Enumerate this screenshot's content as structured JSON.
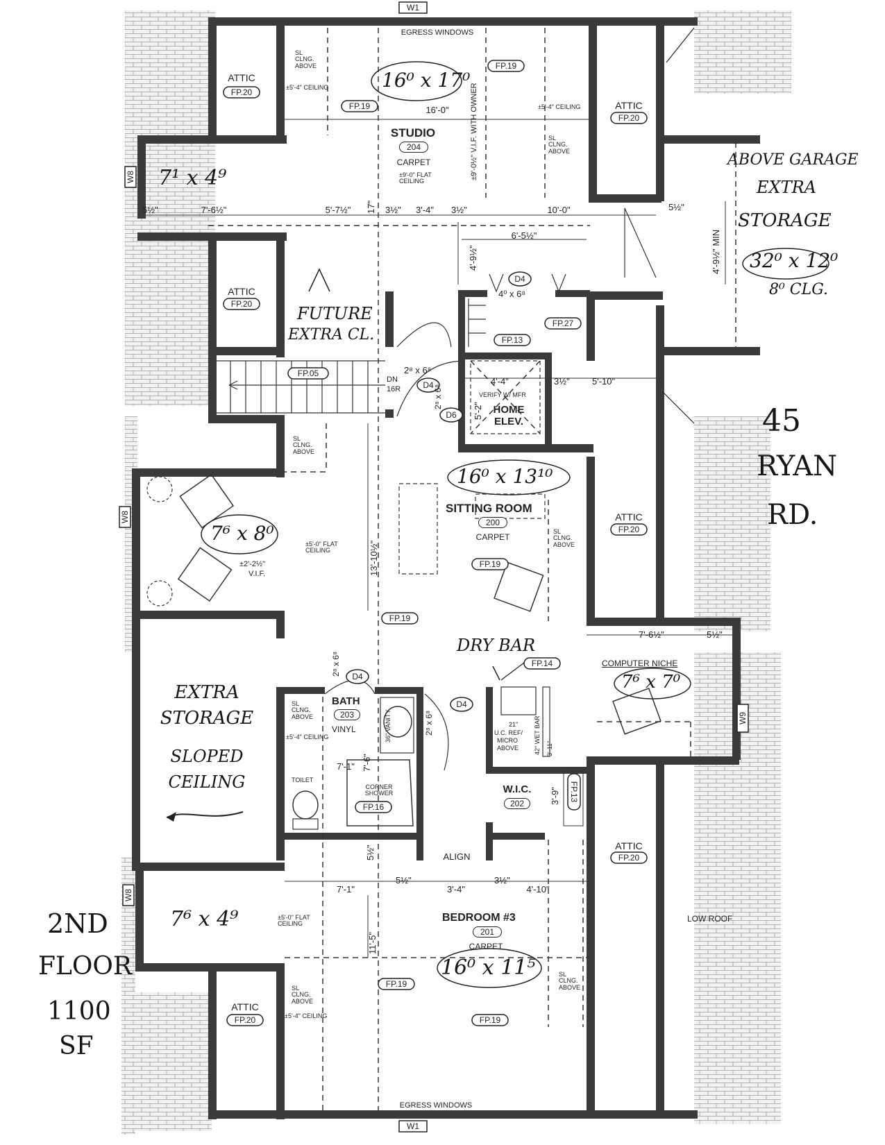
{
  "title": {
    "line1": "2ND",
    "line2": "FLOOR",
    "line3": "1100",
    "line4": "SF"
  },
  "address": {
    "line1": "45",
    "line2": "RYAN",
    "line3": "RD."
  },
  "above_garage": {
    "line1": "ABOVE GARAGE",
    "line2": "EXTRA",
    "line3": "STORAGE",
    "size": "32⁰ x 12⁰",
    "clg": "8⁰ CLG."
  },
  "rooms": {
    "studio": {
      "name": "STUDIO",
      "num": "204",
      "finish": "CARPET",
      "ceiling": "±9'-0\" FLAT CEILING"
    },
    "sitting": {
      "name": "SITTING ROOM",
      "num": "200",
      "finish": "CARPET"
    },
    "bath": {
      "name": "BATH",
      "num": "203",
      "finish": "VINYL"
    },
    "wic": {
      "name": "W.I.C.",
      "num": "202"
    },
    "bedroom": {
      "name": "BEDROOM #3",
      "num": "201",
      "finish": "CARPET"
    },
    "computer": {
      "name": "COMPUTER NICHE"
    },
    "elev": {
      "name1": "HOME",
      "name2": "ELEV.",
      "note": "VERIFY W/ MFR"
    }
  },
  "attic": {
    "label": "ATTIC",
    "tag": "FP.20"
  },
  "notes": {
    "sl_clng": "SL",
    "sl_clng2": "CLNG.",
    "above": "ABOVE",
    "ceiling_54": "±5'-4\" CEILING",
    "flat_ceiling": "±5'-0\" FLAT CEILING",
    "egress": "EGRESS WINDOWS",
    "vif_owner": "±9'-0½\" V.I.F. WITH OWNER",
    "align": "ALIGN",
    "low_roof": "LOW ROOF",
    "toilet": "TOILET",
    "corner_shower": "CORNER SHOWER",
    "vanity": "36\" VANITY",
    "uc_ref": "U.C. REF/",
    "micro": "MICRO",
    "micro_above": "ABOVE",
    "wet_bar": "42\" WET BAR",
    "dn": "DN",
    "risers": "16R",
    "vif": "V.I.F.",
    "stair_dim": "±2'-2½\"",
    "ceiling_54b": "±5'-4\" CEILING"
  },
  "handwritten": {
    "studio_size": "16⁰ x 17⁰",
    "closet_size": "7¹ x 4⁹",
    "future1": "FUTURE",
    "future2": "EXTRA CL.",
    "sitting_size": "16⁰ x 13¹⁰",
    "nook_size": "7⁶ x 8⁰",
    "dry_bar": "DRY BAR",
    "computer_size": "7⁶ x 7⁰",
    "extra1": "EXTRA",
    "extra2": "STORAGE",
    "extra3": "SLOPED",
    "extra4": "CEILING",
    "closet2_size": "7⁶ x 4⁹",
    "bedroom_size": "16⁰ x 11⁵"
  },
  "tags": {
    "fp19": "FP.19",
    "fp05": "FP.05",
    "fp13": "FP.13",
    "fp14": "FP.14",
    "fp16": "FP.16",
    "fp27": "FP.27",
    "d4": "D4",
    "d6": "D6",
    "w1": "W1",
    "w9": "W9",
    "w8": "W8"
  },
  "doors": {
    "d4_top": "4⁰ x 6⁸",
    "d4_stair": "2⁸ x 6⁸",
    "d6": "2⁸ x 6⁸",
    "d4_bath": "2⁸ x 6⁸",
    "d4_bar": "2⁸ x 6⁸"
  },
  "dims": {
    "d16_0": "16'-0\"",
    "d5_half": "5½\"",
    "d7_6h": "7'-6½\"",
    "d5_7h": "5'-7½\"",
    "d17": "17\"",
    "d3_half": "3½\"",
    "d3_4": "3'-4\"",
    "d10_0": "10'-0\"",
    "d6_5h": "6'-5½\"",
    "d4_9h": "4'-9½\"",
    "d4_9h_min": "4'-9½\" MIN",
    "d4_4": "4'-4\"",
    "d5_10": "5'-10\"",
    "d13_10h": "13'-10½\"",
    "d7_6h_b": "7'-6½\"",
    "d7_1": "7'-1\"",
    "d7_6": "7'-6\"",
    "d21": "21\"",
    "d3_11": "3'-11\"",
    "d3_9": "3'-9\"",
    "d4_10": "4'-10\"",
    "d11_5": "11'-5\"",
    "d5_2": "5'-2\""
  }
}
